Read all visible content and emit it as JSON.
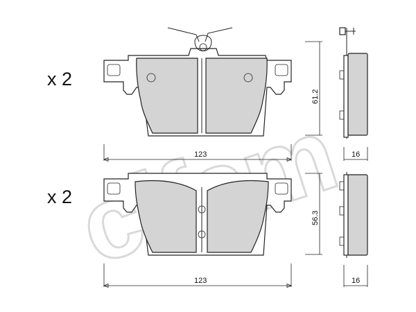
{
  "watermark": "cifam",
  "top_pad": {
    "quantity": "x 2",
    "width_label": "123",
    "height_label": "61.2",
    "thickness_label": "16"
  },
  "bottom_pad": {
    "quantity": "x 2",
    "width_label": "123",
    "height_label": "56.3",
    "thickness_label": "16"
  },
  "colors": {
    "friction_fill": "#d4d4d4",
    "line": "#222222",
    "watermark": "#d9d9d9"
  }
}
